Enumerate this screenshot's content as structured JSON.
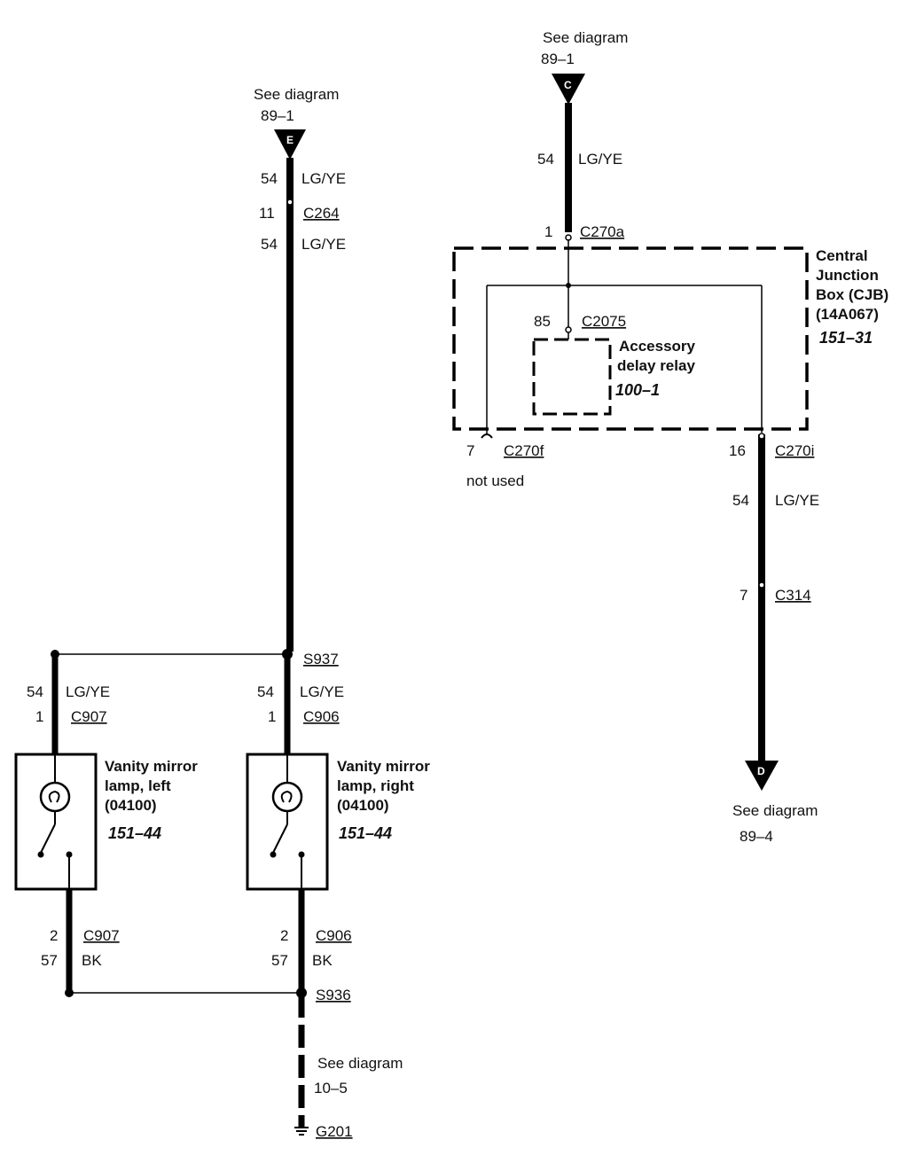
{
  "refs": {
    "top_left": {
      "label": "See diagram",
      "page": "89–1",
      "letter": "E"
    },
    "top_right": {
      "label": "See diagram",
      "page": "89–1",
      "letter": "C"
    },
    "bottom_right": {
      "label": "See diagram",
      "page": "89–4",
      "letter": "D"
    },
    "bottom_ground": {
      "label": "See diagram",
      "page": "10–5"
    }
  },
  "left_feed": {
    "w1_circuit": "54",
    "w1_color": "LG/YE",
    "c264_pin": "11",
    "c264": "C264",
    "w2_circuit": "54",
    "w2_color": "LG/YE",
    "splice": "S937"
  },
  "left_lamp": {
    "in_circuit": "54",
    "in_color": "LG/YE",
    "in_pin": "1",
    "in_conn": "C907",
    "name1": "Vanity mirror",
    "name2": "lamp, left",
    "part": "(04100)",
    "ref": "151–44",
    "out_pin": "2",
    "out_conn": "C907",
    "out_circuit": "57",
    "out_color": "BK"
  },
  "right_lamp": {
    "in_circuit": "54",
    "in_color": "LG/YE",
    "in_pin": "1",
    "in_conn": "C906",
    "name1": "Vanity mirror",
    "name2": "lamp, right",
    "part": "(04100)",
    "ref": "151–44",
    "out_pin": "2",
    "out_conn": "C906",
    "out_circuit": "57",
    "out_color": "BK"
  },
  "ground": {
    "splice": "S936",
    "ground": "G201"
  },
  "cjb": {
    "in_circuit": "54",
    "in_color": "LG/YE",
    "in_pin": "1",
    "in_conn": "C270a",
    "name1": "Central",
    "name2": "Junction",
    "name3": "Box (CJB)",
    "part": "(14A067)",
    "ref": "151–31",
    "relay_pin": "85",
    "relay_conn": "C2075",
    "relay1": "Accessory",
    "relay2": "delay relay",
    "relay_ref": "100–1",
    "unused_pin": "7",
    "unused_conn": "C270f",
    "unused_note": "not used",
    "out_pin": "16",
    "out_conn": "C270i",
    "out_circuit": "54",
    "out_color": "LG/YE",
    "c314_pin": "7",
    "c314": "C314"
  }
}
